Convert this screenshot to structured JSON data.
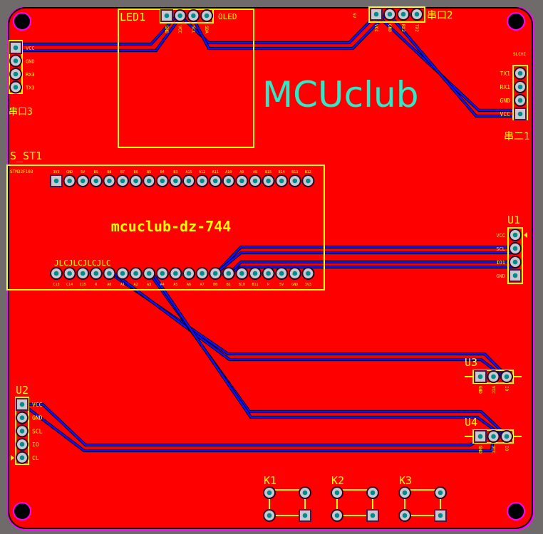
{
  "colors": {
    "board": "#ff0000",
    "silk": "#ffff00",
    "trace": "#1010ff",
    "logo": "#2ee8c8",
    "keepout": "#ff00ff",
    "pad": "#c8c8d0",
    "hole": "#008c8c"
  },
  "logo": "MCUclub",
  "led1": {
    "ref": "LED1",
    "name": "OLED",
    "pins": [
      "GND",
      "VCC",
      "SCL",
      "SDA"
    ]
  },
  "uart2": {
    "ref": "串口2",
    "pins": [
      "VCC",
      "GND",
      "RX2",
      "TX2"
    ],
    "side_label": "5V"
  },
  "uart1": {
    "ref": "串二1",
    "header": "SLCHI",
    "pins": [
      "TX1",
      "RX1",
      "GND",
      "VCC"
    ]
  },
  "uart3": {
    "ref": "串口3",
    "pins": [
      "VCC",
      "GND",
      "RX3",
      "TX3"
    ]
  },
  "s_st1": {
    "ref": "S_ST1",
    "title": "mcuclub-dz-744",
    "mark": "JLCJLCJLCJLC",
    "corner": "STM32F103",
    "top_pins": [
      "3V3",
      "GND",
      "5V",
      "B9",
      "B8",
      "B7",
      "B6",
      "B5",
      "B4",
      "B3",
      "A15",
      "A12",
      "A11",
      "A10",
      "A9",
      "A8",
      "B15",
      "B14",
      "B13",
      "B12"
    ],
    "bottom_pins": [
      "C13",
      "C14",
      "C15",
      "R",
      "A0",
      "A1",
      "A2",
      "A3",
      "A4",
      "A5",
      "A6",
      "A7",
      "B0",
      "B1",
      "B10",
      "B11",
      "R",
      "5V",
      "GND",
      "3V3"
    ]
  },
  "u1": {
    "ref": "U1",
    "pins": [
      "VCC",
      "SCL",
      "IO1",
      "GND"
    ]
  },
  "u2": {
    "ref": "U2",
    "pins": [
      "VCC",
      "GND",
      "SCL",
      "IO",
      "CL"
    ]
  },
  "u3": {
    "ref": "U3",
    "pins": [
      "GND",
      "VCC",
      "IO"
    ]
  },
  "u4": {
    "ref": "U4",
    "pins": [
      "GND",
      "VCC",
      "IO"
    ]
  },
  "keys": [
    {
      "ref": "K1"
    },
    {
      "ref": "K2"
    },
    {
      "ref": "K3"
    }
  ]
}
